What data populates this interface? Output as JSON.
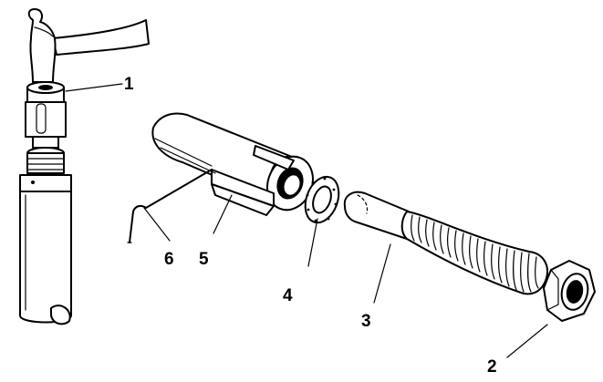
{
  "callouts": {
    "c1": "1",
    "c2": "2",
    "c3": "3",
    "c4": "4",
    "c5": "5",
    "c6": "6"
  },
  "colors": {
    "ink": "#000000",
    "paper": "#ffffff"
  }
}
